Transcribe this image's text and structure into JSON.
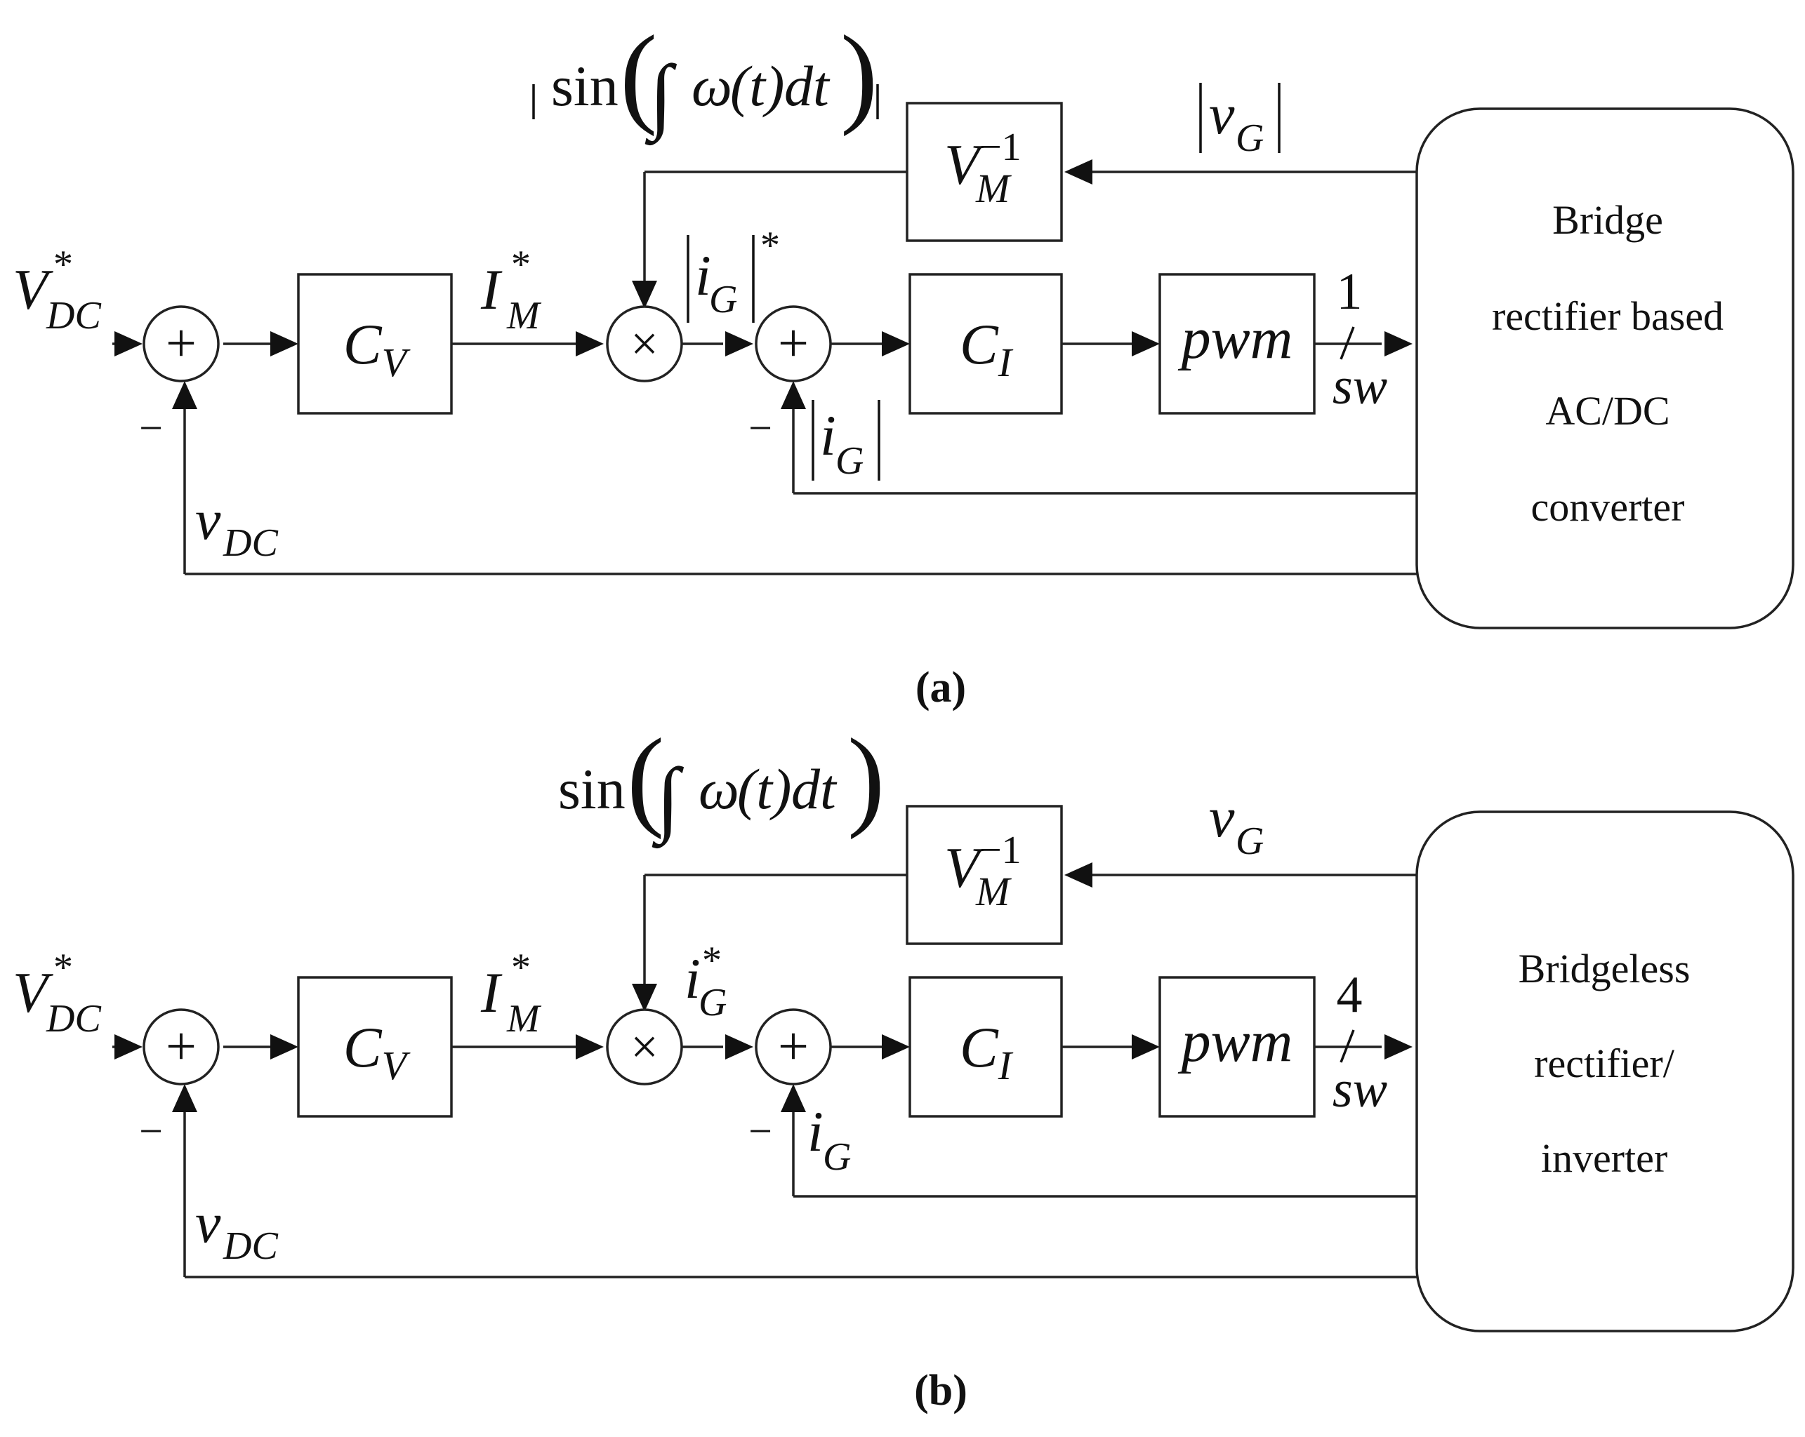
{
  "panels": [
    {
      "caption": "(a)",
      "setpoint": {
        "main": "V",
        "sup": "*",
        "sub": "DC"
      },
      "sum1_plus": "+",
      "sum1_minus": "−",
      "cv": {
        "main": "C",
        "sub": "V"
      },
      "im": {
        "main": "I",
        "sup": "*",
        "sub": "M"
      },
      "mult": "×",
      "sine": {
        "prefix": "|",
        "fn": "sin",
        "integral": "∫",
        "omega": "ω",
        "paren_t": "(t)",
        "dt": "dt",
        "suffix": "|"
      },
      "vm": {
        "main": "V",
        "sup": "−1",
        "sub": "M"
      },
      "vg": {
        "main": "v",
        "sub": "G",
        "abs": true
      },
      "ig_ref": {
        "main": "i",
        "sub": "G",
        "sup": "*",
        "abs": true
      },
      "sum2_plus": "+",
      "sum2_minus": "−",
      "ig_fb": {
        "main": "i",
        "sub": "G",
        "abs": true
      },
      "ci": {
        "main": "C",
        "sub": "I"
      },
      "pwm": "pwm",
      "bus_count": "1",
      "bus_slash": "/",
      "bus_sw": "sw",
      "vdc": {
        "main": "v",
        "sub": "DC"
      },
      "converter_lines": [
        "Bridge",
        "rectifier based",
        "AC/DC",
        "converter"
      ]
    },
    {
      "caption": "(b)",
      "setpoint": {
        "main": "V",
        "sup": "*",
        "sub": "DC"
      },
      "sum1_plus": "+",
      "sum1_minus": "−",
      "cv": {
        "main": "C",
        "sub": "V"
      },
      "im": {
        "main": "I",
        "sup": "*",
        "sub": "M"
      },
      "mult": "×",
      "sine": {
        "prefix": "",
        "fn": "sin",
        "integral": "∫",
        "omega": "ω",
        "paren_t": "(t)",
        "dt": "dt",
        "suffix": ""
      },
      "vm": {
        "main": "V",
        "sup": "−1",
        "sub": "M"
      },
      "vg": {
        "main": "v",
        "sub": "G",
        "abs": false
      },
      "ig_ref": {
        "main": "i",
        "sub": "G",
        "sup": "*",
        "abs": false
      },
      "sum2_plus": "+",
      "sum2_minus": "−",
      "ig_fb": {
        "main": "i",
        "sub": "G",
        "abs": false
      },
      "ci": {
        "main": "C",
        "sub": "I"
      },
      "pwm": "pwm",
      "bus_count": "4",
      "bus_slash": "/",
      "bus_sw": "sw",
      "vdc": {
        "main": "v",
        "sub": "DC"
      },
      "converter_lines": [
        "Bridgeless",
        "rectifier/",
        "inverter"
      ]
    }
  ]
}
